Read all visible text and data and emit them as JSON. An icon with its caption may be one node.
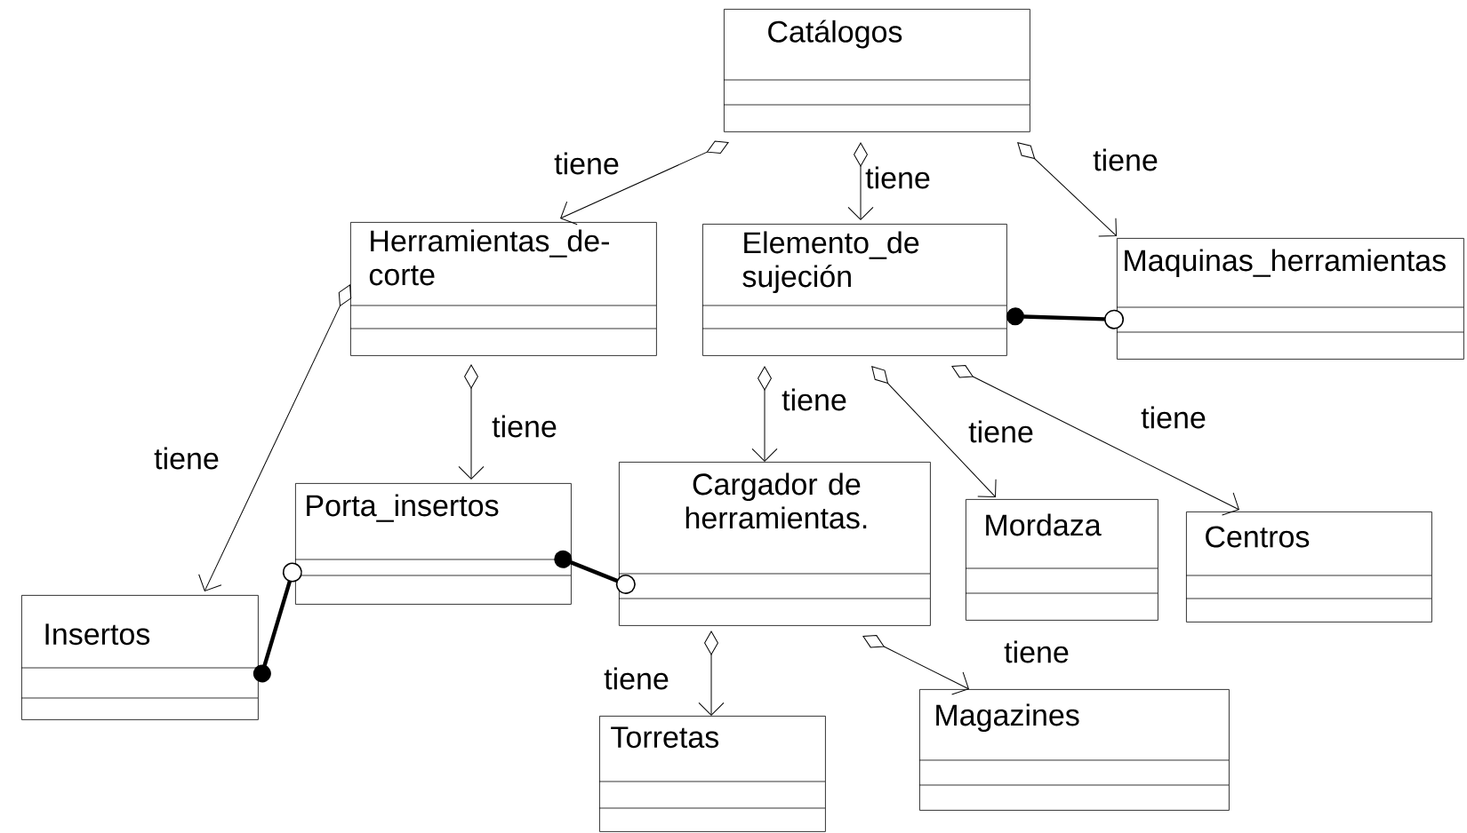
{
  "diagram": {
    "nodes": [
      {
        "text": [
          "Catálogos"
        ]
      },
      {
        "text": [
          "Herramientas_de-corte"
        ]
      },
      {
        "text": [
          "Elemento_de sujeción"
        ]
      },
      {
        "text": [
          "Maquinas_herramientas"
        ]
      },
      {
        "text": [
          "Insertos"
        ]
      },
      {
        "text": [
          "Porta_insertos"
        ]
      },
      {
        "text": [
          "Cargador de herramientas."
        ]
      },
      {
        "text": [
          "Mordaza"
        ]
      },
      {
        "text": [
          "Centros"
        ]
      },
      {
        "text": [
          "Torretas"
        ]
      },
      {
        "text": [
          "Magazines"
        ]
      }
    ],
    "edges": [
      {
        "from": 0,
        "to": 1,
        "arrow": "to",
        "label": "tiene"
      },
      {
        "from": 0,
        "to": 2,
        "arrow": "to",
        "label": "tiene"
      },
      {
        "from": 0,
        "to": 3,
        "arrow": "to",
        "label": "tiene"
      },
      {
        "from": 1,
        "to": 5,
        "arrow": "to",
        "label": "tiene"
      },
      {
        "from": 1,
        "to": 4,
        "arrow": "to",
        "label": "tiene"
      },
      {
        "from": 2,
        "to": 6,
        "arrow": "to",
        "label": "tiene"
      },
      {
        "from": 2,
        "to": 7,
        "arrow": "to",
        "label": "tiene"
      },
      {
        "from": 2,
        "to": 8,
        "arrow": "to",
        "label": "tiene"
      },
      {
        "from": 6,
        "to": 9,
        "arrow": "to",
        "label": "tiene"
      },
      {
        "from": 6,
        "to": 10,
        "arrow": "to",
        "label": "tiene"
      },
      {
        "from": 2,
        "to": 3,
        "arrow": "other",
        "style": "thick"
      },
      {
        "from": 5,
        "to": 6,
        "arrow": "other",
        "style": "thick"
      },
      {
        "from": 4,
        "to": 5,
        "arrow": "other",
        "style": "thick"
      }
    ]
  }
}
